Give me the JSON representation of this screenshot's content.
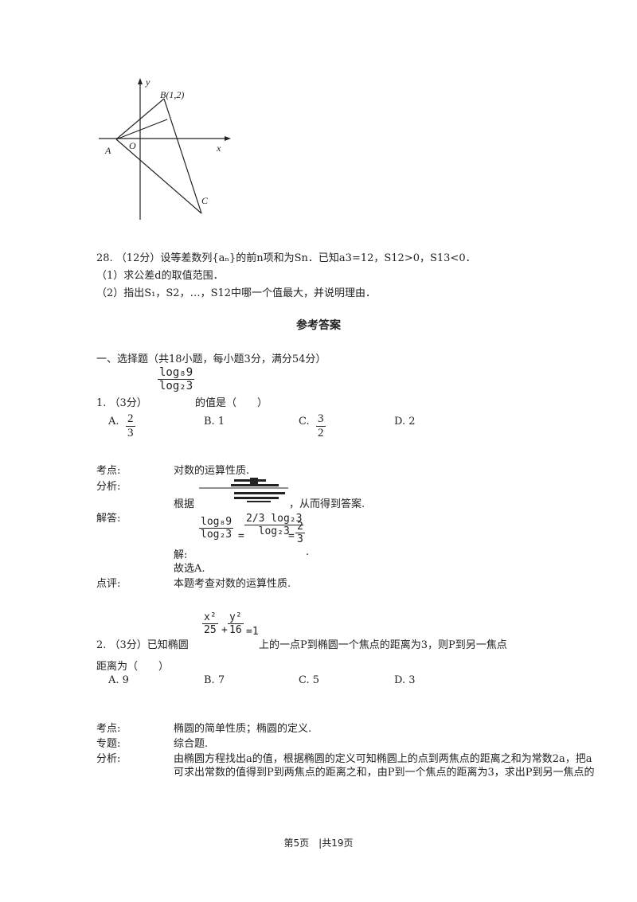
{
  "figure": {
    "label_y": "y",
    "label_x": "x",
    "label_O": "O",
    "label_A": "A",
    "label_B": "B(1,2)",
    "label_C": "C"
  },
  "q28": {
    "line1": "28. （12分）设等差数列{aₙ}的前n项和为Sn．已知a3=12，S12>0，S13<0．",
    "line2": "（1）求公差d的取值范围．",
    "line3": "（2）指出S₁，S2，…，S12中哪一个值最大，并说明理由．"
  },
  "answer_title": "参考答案",
  "section1": "一、选择题（共18小题，每小题3分，满分54分）",
  "q1": {
    "prefix": "1. （3分）",
    "frac_num": "log₈9",
    "frac_den": "log₂3",
    "suffix": "的值是（　　）",
    "opt_a": "A.",
    "opt_a_num": "2",
    "opt_a_den": "3",
    "opt_b": "B. 1",
    "opt_c": "C.",
    "opt_c_num": "3",
    "opt_c_den": "2",
    "opt_d": "D. 2",
    "kaodian_label": "考点:",
    "kaodian": "对数的运算性质.",
    "fenxi_label": "分析:",
    "fenxi_pre": "根据",
    "fenxi_post": "，从而得到答案.",
    "jieda_label": "解答:",
    "jie": "解:",
    "sol_num1": "log₈9",
    "sol_den1": "log₂3",
    "sol_eq": "=",
    "sol_num2": "2/3 log₂3",
    "sol_den2": "log₂3",
    "sol_num3": "2",
    "sol_den3": "3",
    "sol_end": ".",
    "choose": "故选A.",
    "dianping_label": "点评:",
    "dianping": "本题考查对数的运算性质."
  },
  "q2": {
    "prefix": "2. （3分）已知椭圆",
    "x_num": "x²",
    "x_den": "25",
    "plus": "+",
    "y_num": "y²",
    "y_den": "16",
    "eq1": "=1",
    "suffix": "上的一点P到椭圆一个焦点的距离为3，则P到另一焦点",
    "line2": "距离为（　　）",
    "opt_a": "A. 9",
    "opt_b": "B. 7",
    "opt_c": "C. 5",
    "opt_d": "D. 3",
    "kaodian_label": "考点:",
    "kaodian": "椭圆的简单性质；椭圆的定义.",
    "zhuanti_label": "专题:",
    "zhuanti": "综合题.",
    "fenxi_label": "分析:",
    "fenxi1": "由椭圆方程找出a的值，根据椭圆的定义可知椭圆上的点到两焦点的距离之和为常数2a，把a",
    "fenxi2": "可求出常数的值得到P到两焦点的距离之和，由P到一个焦点的距离为3，求出P到另一焦点的"
  },
  "footer": "第5页　|共19页"
}
